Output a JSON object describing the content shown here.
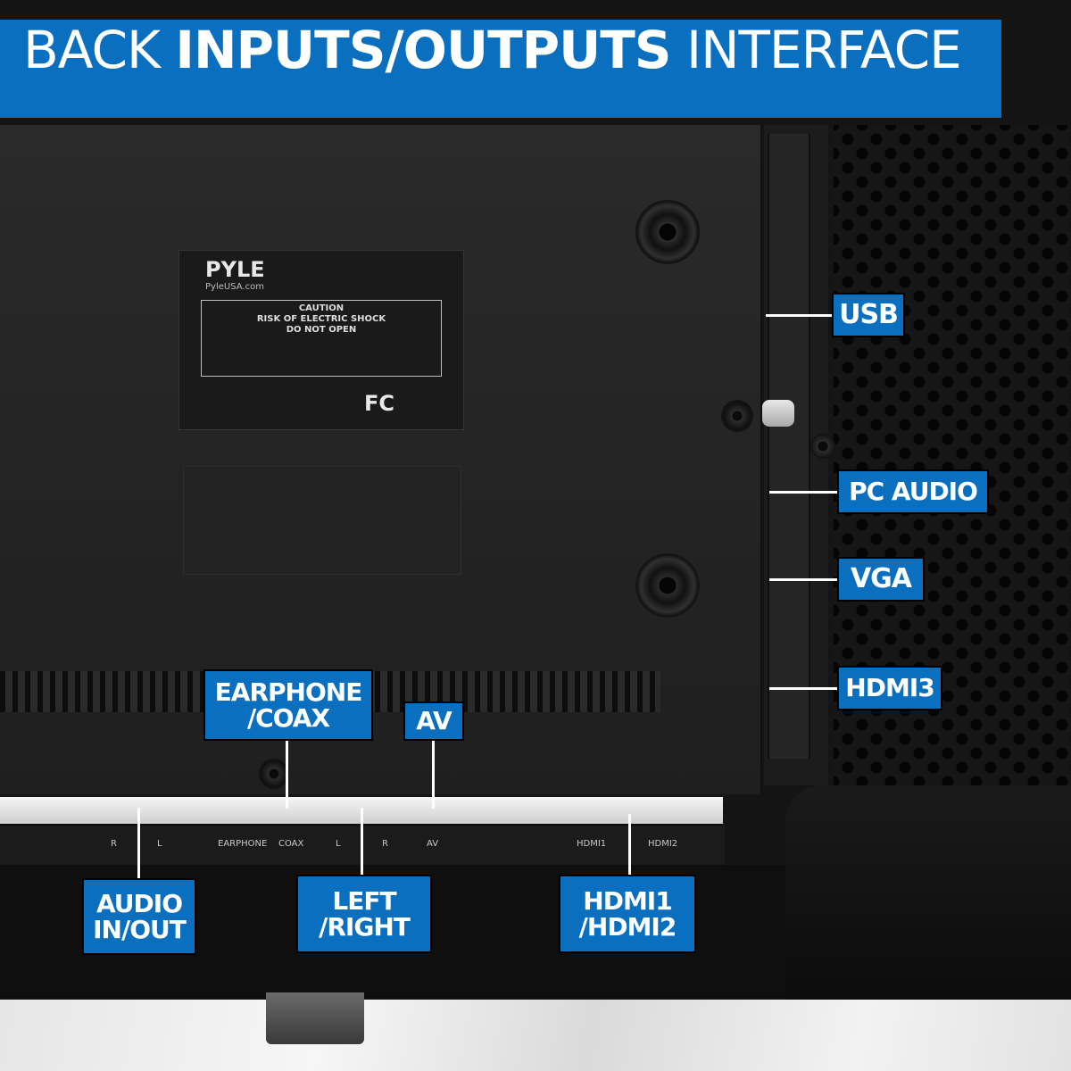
{
  "header": {
    "title_regular_1": "BACK ",
    "title_bold": "INPUTS/OUTPUTS",
    "title_regular_2": " INTERFACE"
  },
  "tv_label": {
    "brand": "PYLE",
    "site": "PyleUSA.com",
    "caution": "CAUTION\nRISK OF ELECTRIC SHOCK\nDO NOT OPEN",
    "cert": "FC"
  },
  "ports_bottom": {
    "earphone": "EARPHONE",
    "coax": "COAX",
    "l": "L",
    "r": "R",
    "av": "AV",
    "hdmi1": "HDMI1",
    "hdmi2": "HDMI2",
    "audio_r": "R",
    "audio_l": "L"
  },
  "callouts": {
    "usb": "USB",
    "pc_audio": "PC AUDIO",
    "vga": "VGA",
    "hdmi3": "HDMI3",
    "earphone_coax": "EARPHONE\n/COAX",
    "av": "AV",
    "audio_in_out": "AUDIO\nIN/OUT",
    "left_right": "LEFT\n/RIGHT",
    "hdmi1_hdmi2": "HDMI1\n/HDMI2"
  },
  "colors": {
    "accent_blue": "#0b6fc0",
    "text_white": "#ffffff"
  }
}
